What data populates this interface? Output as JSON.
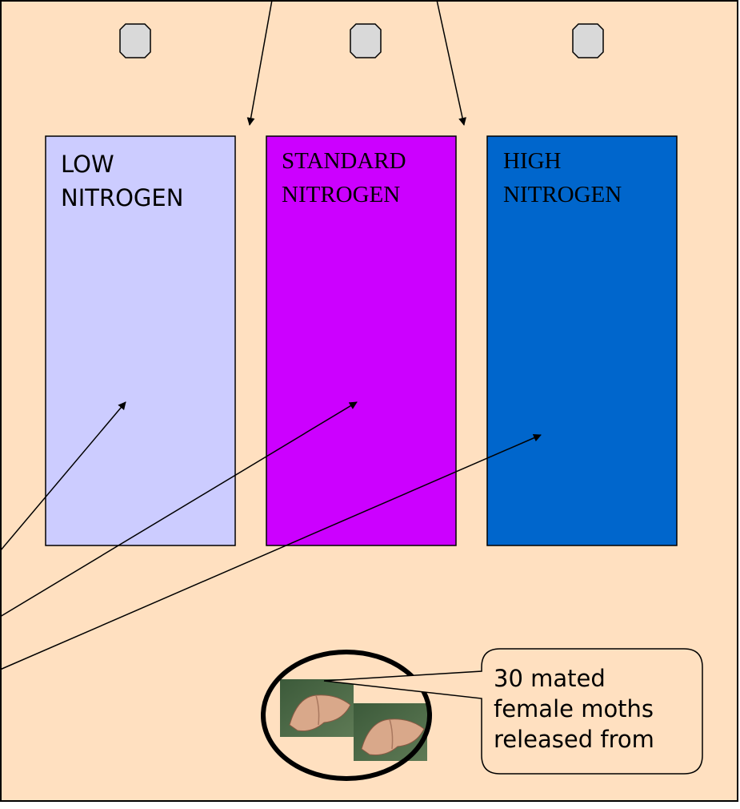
{
  "plots": [
    {
      "id": "low",
      "label_line1": "LOW",
      "label_line2": "NITROGEN",
      "fill": "#ccccff",
      "text_color": "#000000"
    },
    {
      "id": "standard",
      "label_line1": "STANDARD",
      "label_line2": "NITROGEN",
      "fill": "#cc00ff",
      "text_color": "#000000"
    },
    {
      "id": "high",
      "label_line1": "HIGH",
      "label_line2": "NITROGEN",
      "fill": "#0066cc",
      "text_color": "#000000"
    }
  ],
  "callout": {
    "line1": "30 mated",
    "line2": "female moths",
    "line3": "released from"
  },
  "colors": {
    "field_background": "#ffe0c0",
    "marker_fill": "#d9d9d9",
    "outline": "#000000"
  },
  "icons": {
    "moth_images": [
      "moth-photo-icon",
      "moth-photo-icon"
    ],
    "markers": [
      "octagon-marker-icon",
      "octagon-marker-icon",
      "octagon-marker-icon"
    ]
  }
}
